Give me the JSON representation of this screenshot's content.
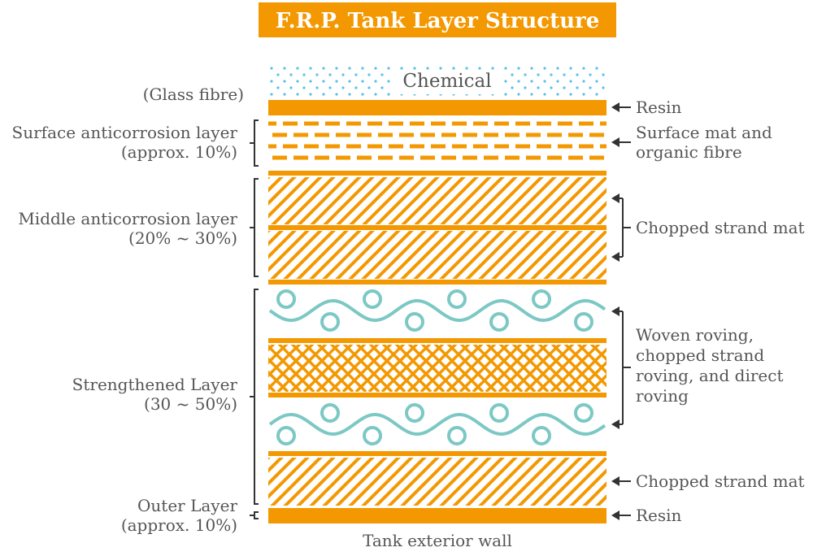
{
  "title": "F.R.P. Tank Layer Structure",
  "top_label": "Chemical",
  "bottom_label": "Tank exterior wall",
  "left_labels": {
    "glass_fibre": "(Glass fibre)",
    "surface_name": "Surface anticorrosion layer",
    "surface_pct": "(approx. 10%)",
    "middle_name": "Middle anticorrosion layer",
    "middle_pct": "(20% ~ 30%)",
    "strength_name": "Strengthened Layer",
    "strength_pct": "(30 ~ 50%)",
    "outer_name": "Outer Layer",
    "outer_pct": "(approx. 10%)"
  },
  "right_labels": {
    "resin_top": "Resin",
    "surface_mat_1": "Surface mat and",
    "surface_mat_2": "organic fibre",
    "chopped_mid": "Chopped strand mat",
    "woven_1": "Woven roving,",
    "woven_2": "chopped strand",
    "woven_3": "roving, and direct",
    "woven_4": "roving",
    "chopped_bottom": "Chopped strand mat",
    "resin_bottom": "Resin"
  },
  "colors": {
    "title_bg": "#F39800",
    "title_text": "#FFFFFF",
    "layer": "#F39800",
    "fibre": "#7CC8C4",
    "chemical_dots": "#5BC0E8",
    "text": "#555555",
    "bracket": "#333333"
  }
}
